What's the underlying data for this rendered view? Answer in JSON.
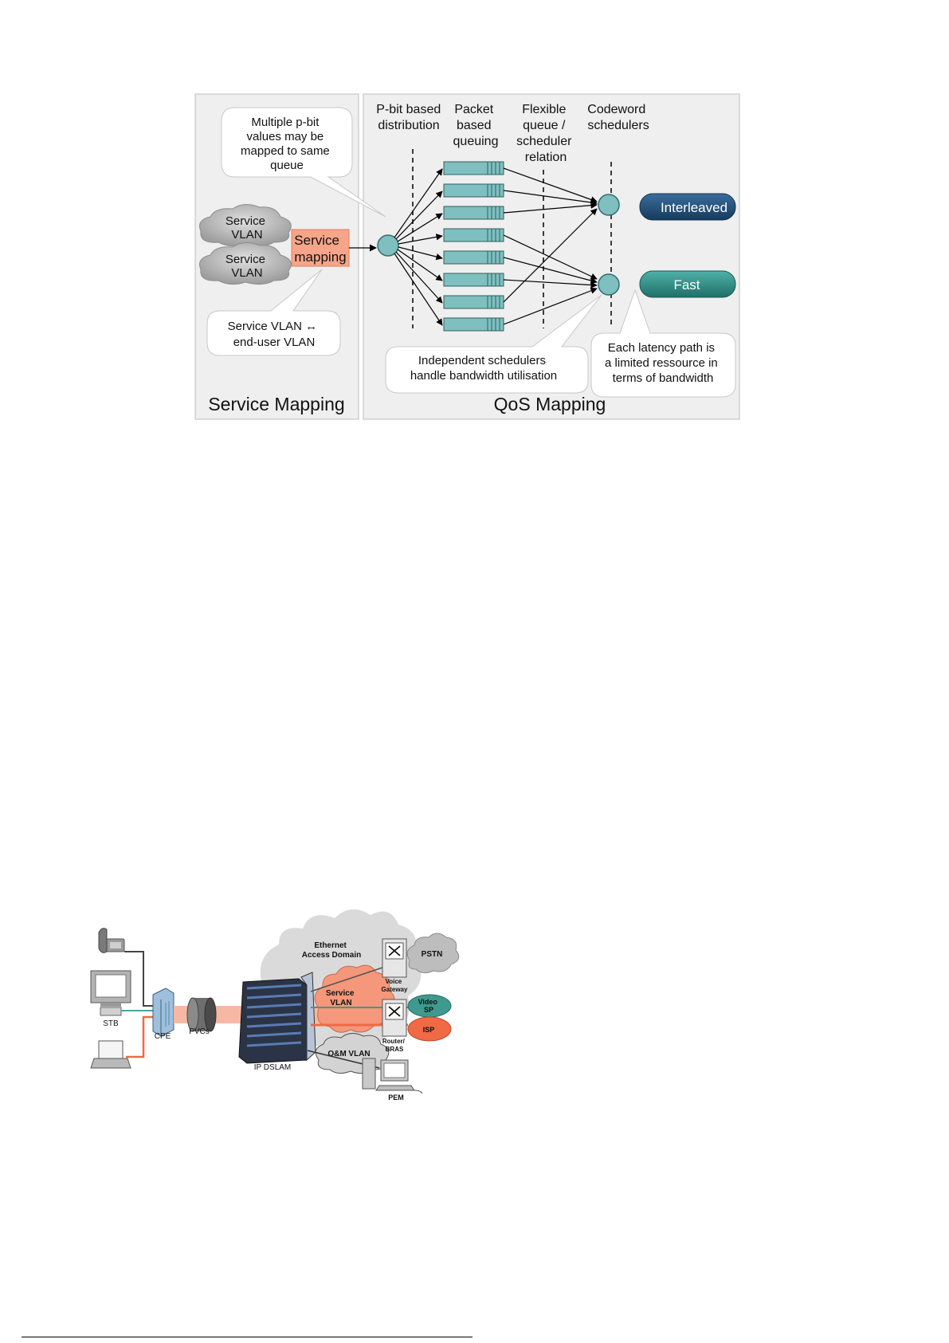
{
  "qos_figure": {
    "panels": {
      "service_mapping_title": "Service Mapping",
      "qos_mapping_title": "QoS Mapping"
    },
    "column_headers": {
      "pbit": [
        "P-bit based",
        "distribution"
      ],
      "packet": [
        "Packet",
        "based",
        "queuing"
      ],
      "flexible": [
        "Flexible",
        "queue /",
        "scheduler",
        "relation"
      ],
      "codeword": [
        "Codeword",
        "schedulers"
      ]
    },
    "callouts": {
      "multiple_pbit": [
        "Multiple p-bit",
        "values may be",
        "mapped to same",
        "queue"
      ],
      "vlan_map": [
        "Service VLAN ↔",
        "end-user VLAN"
      ],
      "independent": [
        "Independent schedulers",
        "handle bandwidth utilisation"
      ],
      "latency": [
        "Each latency path is",
        "a limited ressource in",
        "terms of bandwidth"
      ]
    },
    "clouds": {
      "vlan_1": [
        "Service",
        "VLAN"
      ],
      "vlan_2": [
        "Service",
        "VLAN"
      ]
    },
    "service_box": [
      "Service",
      "mapping"
    ],
    "paths": {
      "interleaved": "Interleaved",
      "fast": "Fast"
    },
    "queue_count": 8,
    "colors": {
      "panel_bg": "#efefef",
      "node_teal": "#7fbfbf",
      "service_box": "#f7a58a",
      "interleaved": "#1f4e7a",
      "fast": "#2e8b84"
    }
  },
  "network_figure": {
    "labels": {
      "ethernet_access_domain": [
        "Ethernet",
        "Access Domain"
      ],
      "pstn": "PSTN",
      "voice_gateway": [
        "Voice",
        "Gateway"
      ],
      "service_vlan": [
        "Service",
        "VLAN"
      ],
      "video_sp": [
        "Video",
        "SP"
      ],
      "isp": "ISP",
      "router_bras": [
        "Router/",
        "BRAS"
      ],
      "om_vlan": "O&M  VLAN",
      "ip_dslam": "IP DSLAM",
      "pvcs": "PVCs",
      "cpe": "CPE",
      "stb": "STB",
      "pem": "PEM"
    },
    "colors": {
      "service_vlan_cloud": "#f5977a",
      "pstn_cloud": "#bdbdbd",
      "video_sp": "#3e9a8f",
      "isp": "#ef6a45",
      "beam": "#f7b8a3",
      "access_cloud": "#dadada"
    }
  }
}
